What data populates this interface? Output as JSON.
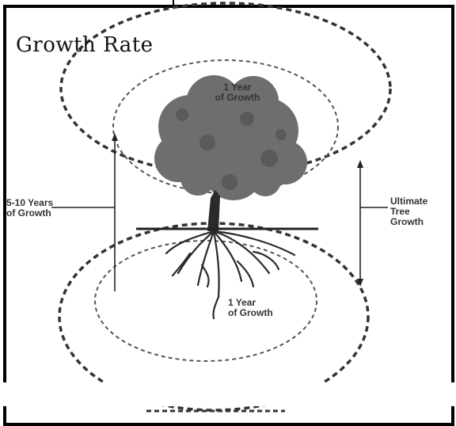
{
  "title": "Growth Rate",
  "labels": {
    "top_growth": [
      "1 Year",
      "of Growth"
    ],
    "left_growth": [
      "5-10 Years",
      "of Growth"
    ],
    "right_growth": [
      "Ultimate",
      "Tree",
      "Growth"
    ],
    "bottom_growth": [
      "1 Year",
      "of Growth"
    ]
  },
  "colors": {
    "line": "#333333",
    "foliage": "#6e6e6e",
    "trunk": "#2a2a2a"
  }
}
